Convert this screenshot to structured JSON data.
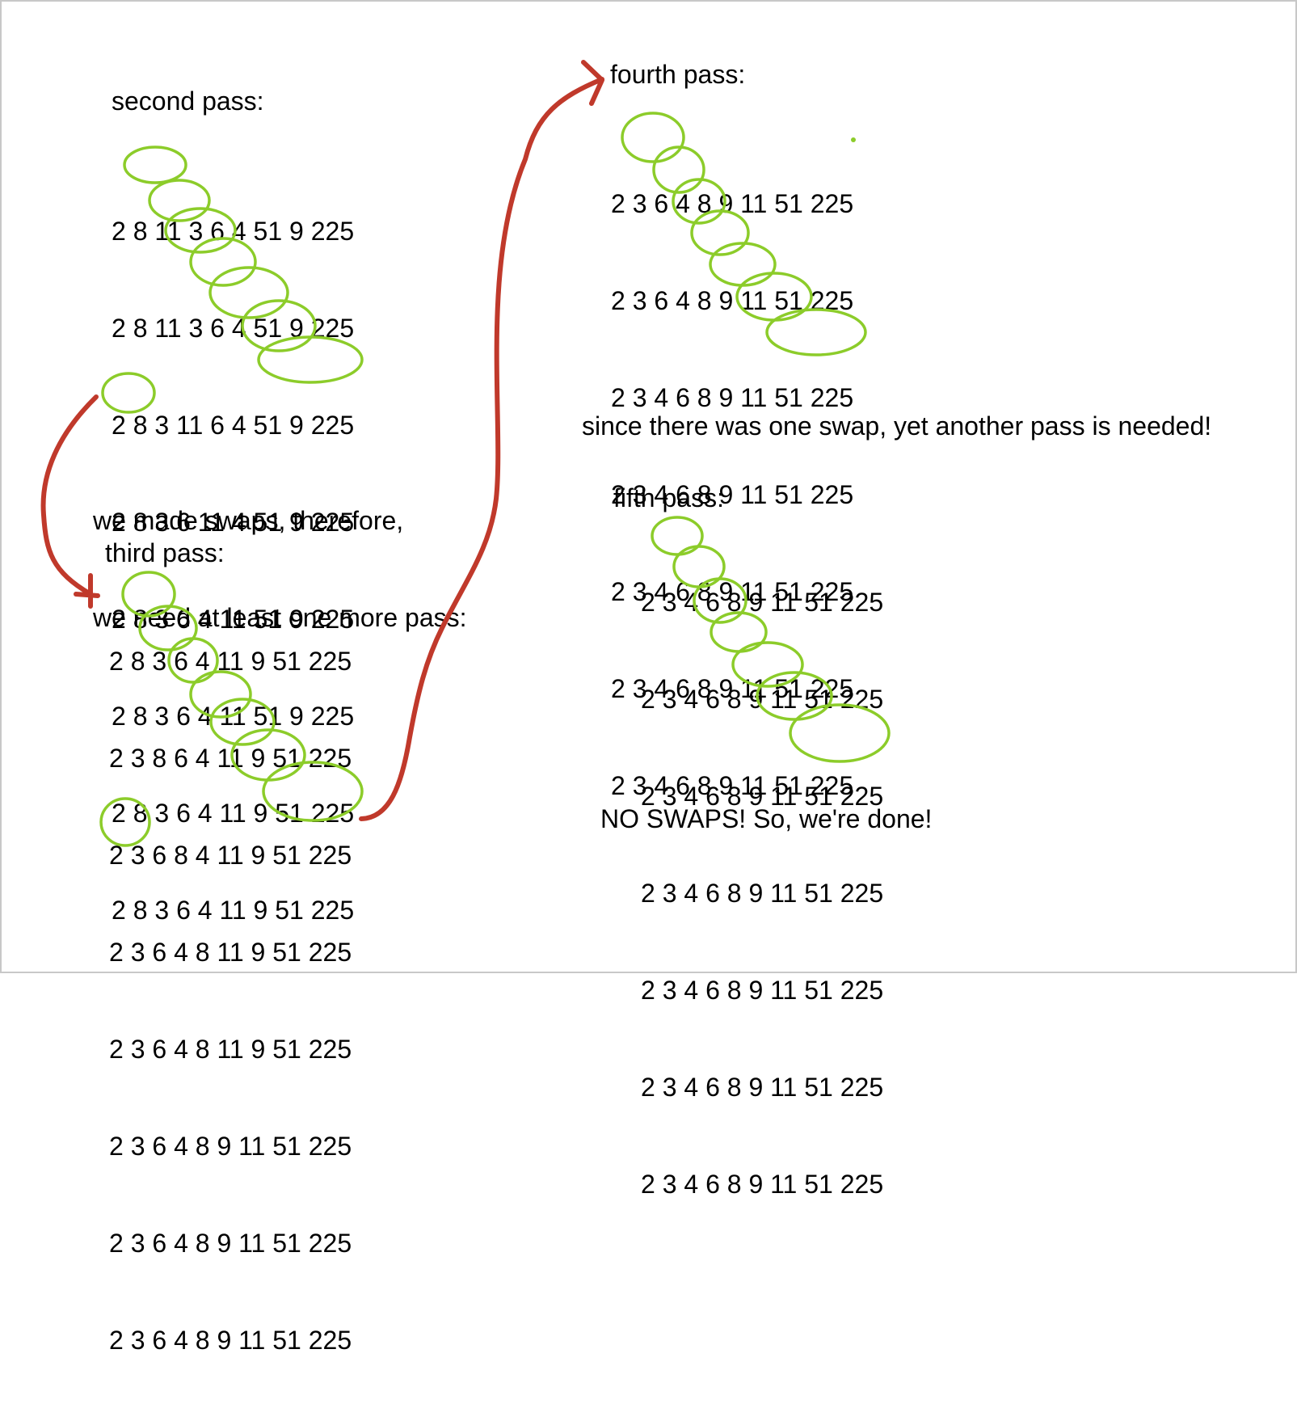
{
  "second": {
    "label": "second pass:",
    "rows": [
      "2 8 11 3 6 4 51 9 225",
      "2 8 11 3 6 4 51 9 225",
      "2 8 3 11 6 4 51 9 225",
      "2 8 3 6 11 4 51 9 225",
      "2 8 3 6 4 11 51 9 225",
      "2 8 3 6 4 11 51 9 225",
      "2 8 3 6 4 11 9 51 225",
      "2 8 3 6 4 11 9 51 225"
    ]
  },
  "note_more": {
    "line1": "we made swaps, therefore,",
    "line2": "we need at least one more pass:"
  },
  "third": {
    "label": "third pass:",
    "rows": [
      "2 8 3 6 4 11 9 51 225",
      "2 3 8 6 4 11 9 51 225",
      "2 3 6 8 4 11 9 51 225",
      "2 3 6 4 8 11 9 51 225",
      "2 3 6 4 8 11 9 51 225",
      "2 3 6 4 8 9 11 51 225",
      "2 3 6 4 8 9 11 51 225",
      "2 3 6 4 8 9 11 51 225"
    ]
  },
  "fourth": {
    "label": "fourth pass:",
    "rows": [
      "2 3 6 4 8 9 11 51 225",
      "2 3 6 4 8 9 11 51 225",
      "2 3 4 6 8 9 11 51 225",
      "2 3 4 6 8 9 11 51 225",
      "2 3 4 6 8 9 11 51 225",
      "2 3 4 6 8 9 11 51 225",
      "2 3 4 6 8 9 11 51 225"
    ]
  },
  "note_another": "since there was one swap, yet another pass is needed!",
  "fifth": {
    "label": "fifth pass:",
    "rows": [
      "2 3 4 6 8 9 11 51 225",
      "2 3 4 6 8 9 11 51 225",
      "2 3 4 6 8 9 11 51 225",
      "2 3 4 6 8 9 11 51 225",
      "2 3 4 6 8 9 11 51 225",
      "2 3 4 6 8 9 11 51 225",
      "2 3 4 6 8 9 11 51 225"
    ]
  },
  "note_done": "NO SWAPS! So, we're done!",
  "colors": {
    "circle": "#8ccc2a",
    "arrow": "#c0392b",
    "text": "#000000"
  }
}
